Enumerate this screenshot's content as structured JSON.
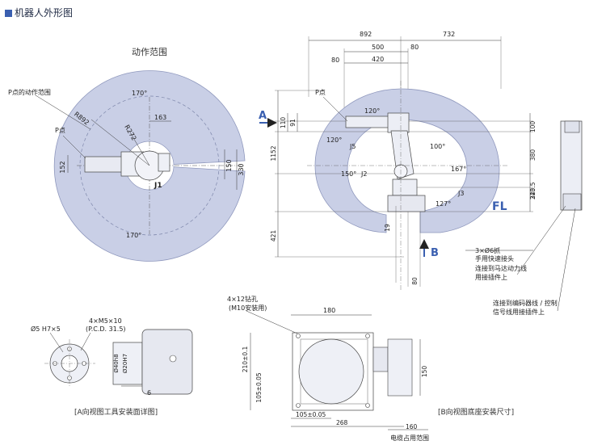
{
  "header": {
    "title": "机器人外形图"
  },
  "views": {
    "top": {
      "title": "动作范围",
      "p_range_label": "P点的动作范围",
      "p_label": "P点",
      "angles": [
        "170°",
        "170°"
      ],
      "dims": [
        "R892",
        "R272",
        "163",
        "152",
        "150",
        "330"
      ],
      "joint": "J1"
    },
    "side": {
      "p_label": "P点",
      "arrow_a": "A",
      "arrow_b": "B",
      "fl": "FL",
      "top_dims": [
        "892",
        "732",
        "500",
        "80",
        "80",
        "420"
      ],
      "left_dims": [
        "110",
        "91",
        "1152",
        "421"
      ],
      "right_dims": [
        "100",
        "380",
        "340",
        "223.5"
      ],
      "angles": [
        "120°",
        "120°",
        "100°",
        "167°",
        "150°",
        "127°"
      ],
      "joints": [
        "J5",
        "J2",
        "J3"
      ],
      "bottom_dims": [
        "19",
        "80"
      ],
      "notes": [
        "3×Ø6抓",
        "手用快速接头",
        "连接到马达动力线",
        "用接插件上",
        "连接到编码器线 / 控制",
        "信号线用接插件上"
      ]
    },
    "flange": {
      "labels": [
        "Ø5 H7×5",
        "4×M5×10",
        "(P.C.D. 31.5)",
        "Ø40h8",
        "Ø20H7",
        "6"
      ],
      "caption": "[A向视图工具安装面详图]"
    },
    "base": {
      "labels": [
        "4×12钻孔",
        "(M10安装用)",
        "180",
        "210±0.1",
        "105±0.05",
        "105±0.05",
        "268",
        "150",
        "160",
        "电缆占用范围"
      ],
      "caption": "[B向视图底座安装尺寸]"
    }
  }
}
